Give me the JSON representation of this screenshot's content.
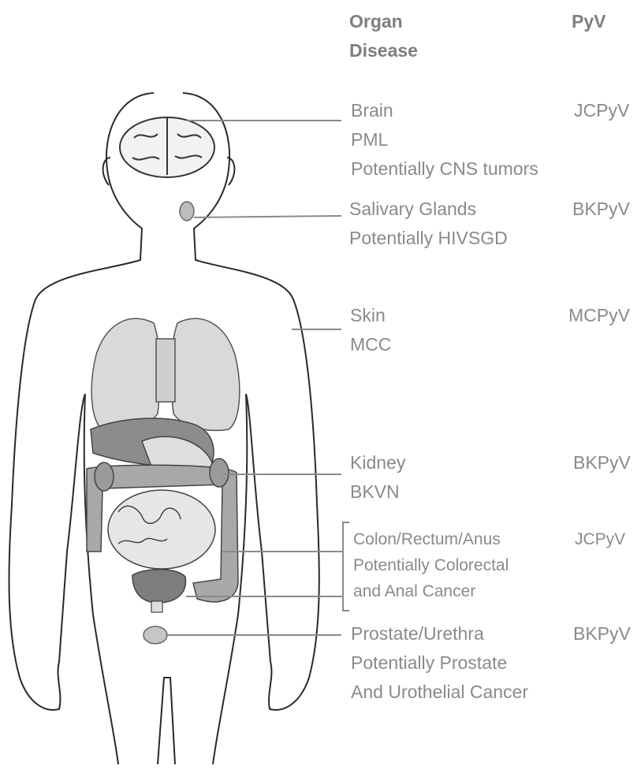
{
  "header": {
    "organ_disease": [
      "Organ",
      "Disease"
    ],
    "pyv": "PyV"
  },
  "entries": [
    {
      "lines": [
        "Brain",
        "PML",
        "Potentially CNS tumors"
      ],
      "pyv": "JCPyV"
    },
    {
      "lines": [
        "Salivary Glands",
        "Potentially HIVSGD"
      ],
      "pyv": "BKPyV"
    },
    {
      "lines": [
        "Skin",
        "MCC"
      ],
      "pyv": "MCPyV"
    },
    {
      "lines": [
        "Kidney",
        "BKVN"
      ],
      "pyv": "BKPyV"
    },
    {
      "lines": [
        "Colon/Rectum/Anus",
        "Potentially Colorectal",
        "and Anal Cancer"
      ],
      "pyv": "JCPyV"
    },
    {
      "lines": [
        "Prostate/Urethra",
        "Potentially Prostate",
        "And Urothelial Cancer"
      ],
      "pyv": "BKPyV"
    }
  ]
}
